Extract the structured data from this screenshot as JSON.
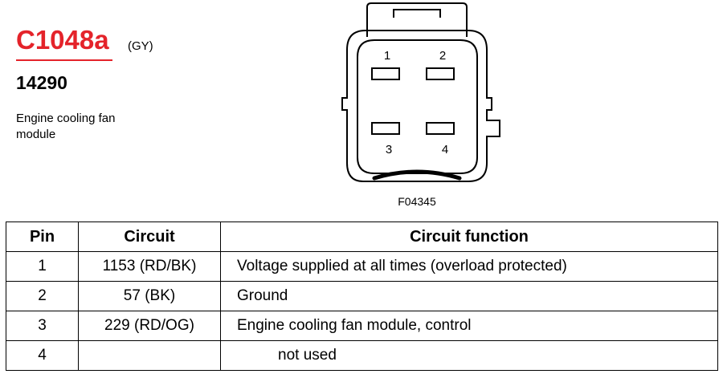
{
  "header": {
    "connector_id": "C1048a",
    "connector_color": "(GY)",
    "part_number": "14290",
    "component_name": "Engine cooling fan module"
  },
  "connector": {
    "pin_labels": [
      "1",
      "2",
      "3",
      "4"
    ],
    "figure_id": "F04345"
  },
  "table": {
    "headers": {
      "pin": "Pin",
      "circuit": "Circuit",
      "function": "Circuit function"
    },
    "rows": [
      {
        "pin": "1",
        "circuit": "1153 (RD/BK)",
        "function": "Voltage supplied at all times (overload protected)"
      },
      {
        "pin": "2",
        "circuit": "57 (BK)",
        "function": "Ground"
      },
      {
        "pin": "3",
        "circuit": "229 (RD/OG)",
        "function": "Engine cooling fan module, control"
      },
      {
        "pin": "4",
        "circuit": "",
        "function": "not used"
      }
    ]
  },
  "colors": {
    "accent": "#e4232a",
    "text": "#000000",
    "background": "#ffffff"
  }
}
